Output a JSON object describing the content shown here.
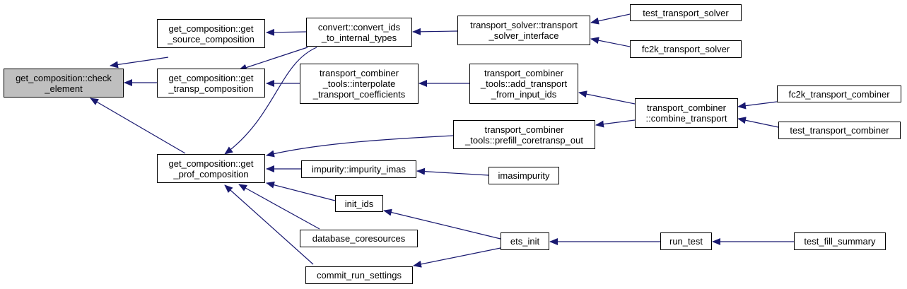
{
  "colors": {
    "edge": "#191970",
    "root_fill": "#bfbfbf",
    "node_fill": "#ffffff",
    "border": "#000000"
  },
  "nodes": {
    "n0": "get_composition::check\n_element",
    "n1": "get_composition::get\n_source_composition",
    "n2": "get_composition::get\n_transp_composition",
    "n3": "get_composition::get\n_prof_composition",
    "n4": "convert::convert_ids\n_to_internal_types",
    "n5": "transport_solver::transport\n_solver_interface",
    "n6": "test_transport_solver",
    "n7": "fc2k_transport_solver",
    "n8": "transport_combiner\n_tools::interpolate\n_transport_coefficients",
    "n9": "transport_combiner\n_tools::add_transport\n_from_input_ids",
    "n10": "transport_combiner\n::combine_transport",
    "n11": "fc2k_transport_combiner",
    "n12": "test_transport_combiner",
    "n13": "transport_combiner\n_tools::prefill_coretransp_out",
    "n14": "impurity::impurity_imas",
    "n15": "imasimpurity",
    "n16": "init_ids",
    "n17": "ets_init",
    "n18": "run_test",
    "n19": "test_fill_summary",
    "n20": "database_coresources",
    "n21": "commit_run_settings"
  }
}
